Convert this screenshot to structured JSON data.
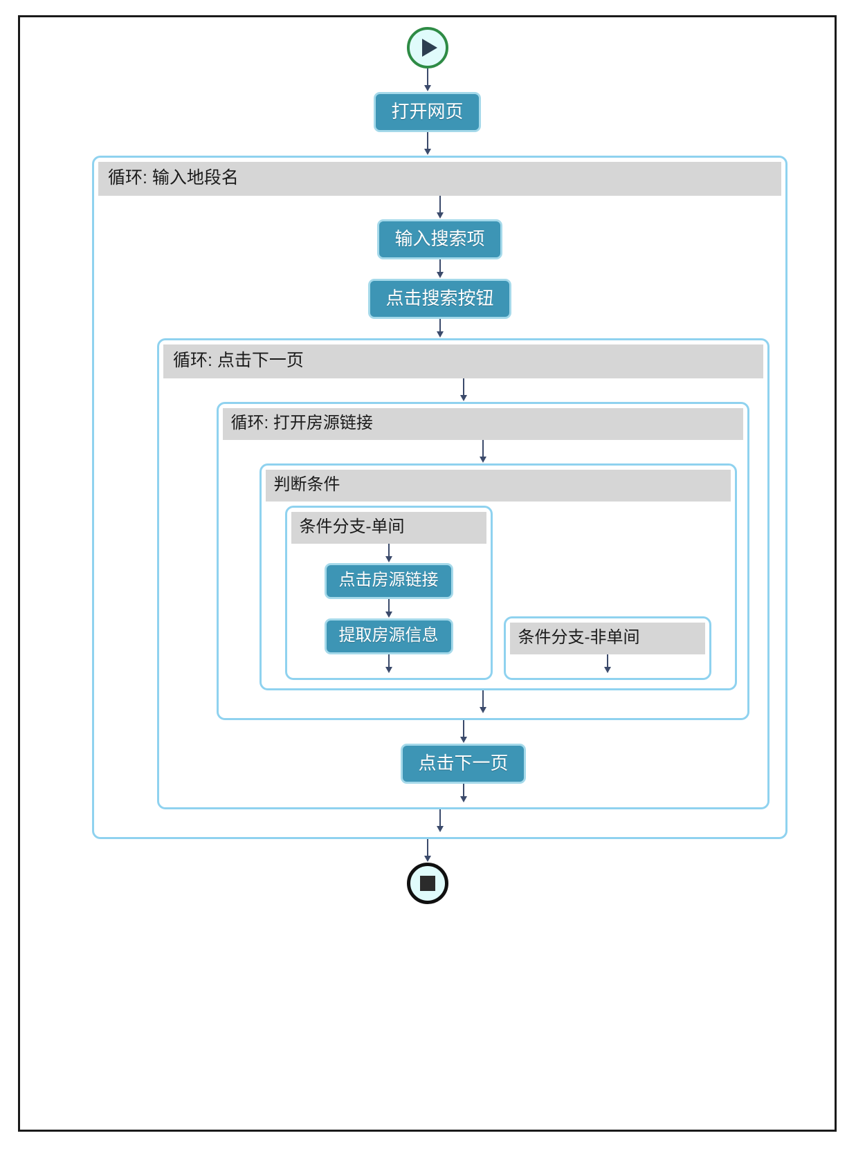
{
  "diagram": {
    "title_present": false,
    "type": "rpa-flowchart",
    "colors": {
      "action_fill": "#3d95b5",
      "action_border": "#a5d9ea",
      "container_border": "#8fd2ef",
      "container_title_fill": "#d6d6d6",
      "start_border": "#2e8b45",
      "end_border": "#101010",
      "node_inner_fill": "#e0fbfb",
      "arrow": "#3b4a6b",
      "page_border": "#1a1a1a"
    }
  },
  "nodes": {
    "start": {
      "name": "start-node",
      "icon": "play-icon",
      "label": ""
    },
    "open_page": {
      "label": "打开网页"
    },
    "input_search": {
      "label": "输入搜索项"
    },
    "click_search": {
      "label": "点击搜索按钮"
    },
    "click_listing": {
      "label": "点击房源链接"
    },
    "extract_info": {
      "label": "提取房源信息"
    },
    "click_next": {
      "label": "点击下一页"
    },
    "end": {
      "name": "end-node",
      "icon": "stop-icon",
      "label": ""
    }
  },
  "containers": {
    "loop_area": {
      "title": "循环: 输入地段名"
    },
    "loop_page": {
      "title": "循环: 点击下一页"
    },
    "loop_listing": {
      "title": "循环: 打开房源链接"
    },
    "condition": {
      "title": "判断条件"
    },
    "branch_single": {
      "title": "条件分支-单间"
    },
    "branch_multi": {
      "title": "条件分支-非单间"
    }
  },
  "flow_sequence": [
    "start",
    "打开网页",
    "循环: 输入地段名",
    "输入搜索项",
    "点击搜索按钮",
    "循环: 点击下一页",
    "循环: 打开房源链接",
    "判断条件",
    "条件分支-单间",
    "点击房源链接",
    "提取房源信息",
    "条件分支-非单间",
    "点击下一页",
    "end"
  ]
}
